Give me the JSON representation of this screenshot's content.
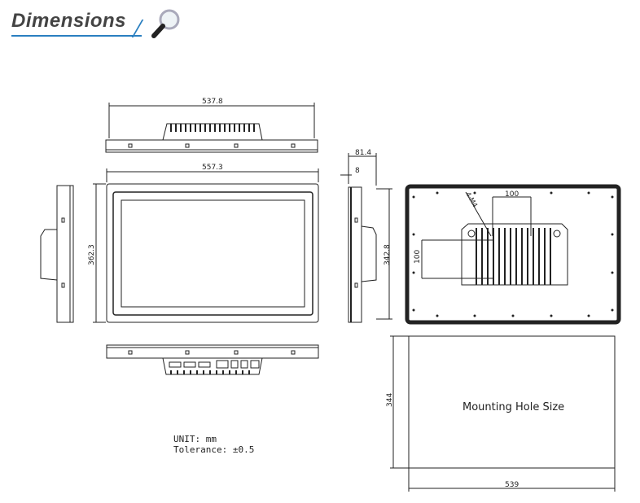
{
  "header": {
    "title": "Dimensions",
    "icon": "magnifier-icon",
    "accent_color": "#2a7fc0"
  },
  "dimensions": {
    "top_width": "537.8",
    "front_width": "557.3",
    "front_height": "362.3",
    "depth": "81.4",
    "bezel_depth": "8",
    "side_height": "342.8",
    "vesa_h": "100",
    "vesa_v": "100",
    "screw_spec": "4-M4",
    "cutout_width": "539",
    "cutout_height": "344"
  },
  "cutout": {
    "label": "Mounting Hole Size"
  },
  "notes": {
    "unit": "UNIT: mm",
    "tolerance": "Tolerance: ±0.5"
  }
}
